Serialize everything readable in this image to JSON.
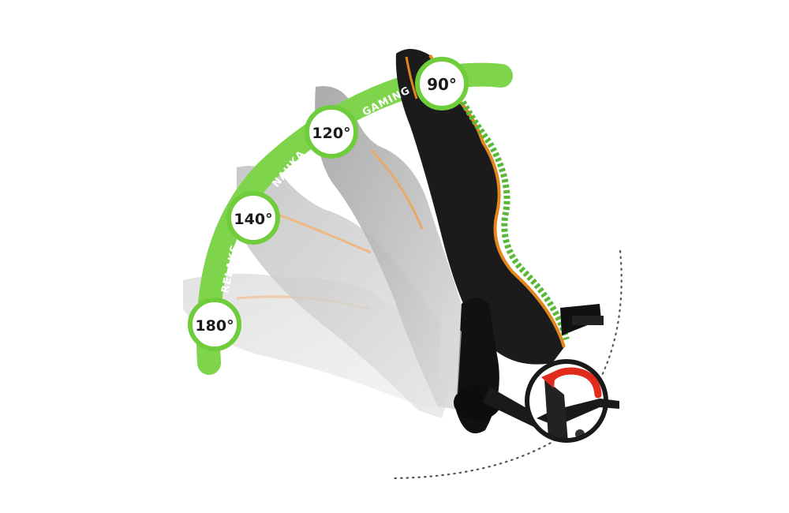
{
  "colors": {
    "accent_green": "#7ed44a",
    "ring_green": "#6fcd3c",
    "orange_piping": "#e2861e",
    "arrow_red": "#e12b1c",
    "chair_black": "#1b1b1b"
  },
  "positions": [
    {
      "angle": "90°",
      "zone": "GAMING"
    },
    {
      "angle": "120°",
      "zone": "NAUKA"
    },
    {
      "angle": "140°",
      "zone": "RELAKS"
    },
    {
      "angle": "180°",
      "zone": ""
    }
  ],
  "zones": {
    "gaming": "GAMING",
    "nauka": "NAUKA",
    "relaks": "RELAKS"
  },
  "badges": {
    "b90": "90°",
    "b120": "120°",
    "b140": "140°",
    "b180": "180°"
  },
  "icons": {
    "rotate": "rotate-arrow-icon",
    "mechanism": "recline-lever-icon"
  }
}
